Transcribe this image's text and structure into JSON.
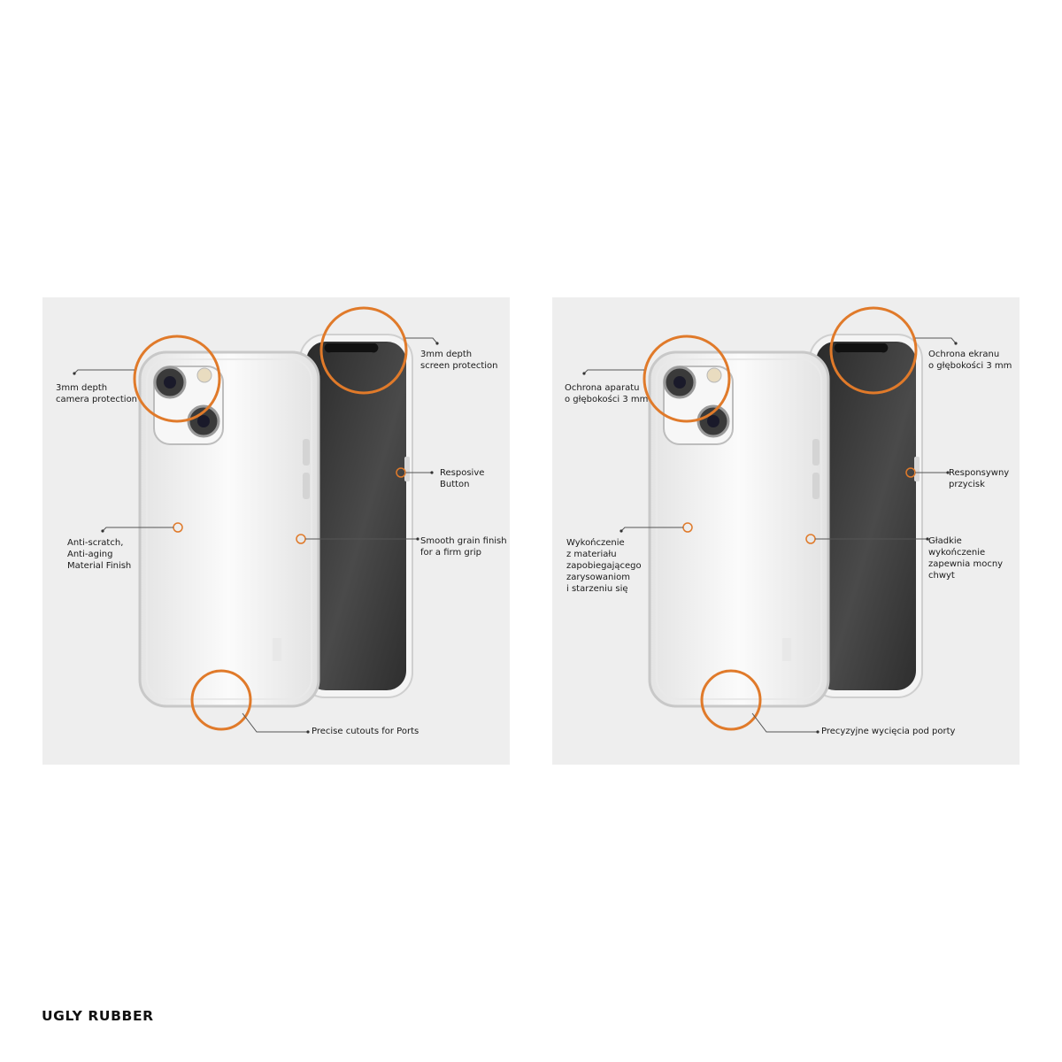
{
  "brand": "UGLY RUBBER",
  "accent_color": "#e07a2a",
  "panels": [
    {
      "language": "en",
      "labels": {
        "camera": "3mm depth\ncamera protection",
        "screen": "3mm depth\nscreen protection",
        "button": "Resposive\nButton",
        "material": "Anti-scratch,\nAnti-aging\nMaterial Finish",
        "grip": "Smooth grain finish\nfor a firm grip",
        "ports": "Precise cutouts for Ports"
      }
    },
    {
      "language": "pl",
      "labels": {
        "camera": "Ochrona aparatu\no głębokości 3 mm",
        "screen": "Ochrona ekranu\no głębokości 3 mm",
        "button": "Responsywny\nprzycisk",
        "material": "Wykończenie\nz materiału\nzapobiegającego\nzarysowaniom\ni starzeniu się",
        "grip": "Gładkie\nwykończenie\nzapewnia mocny\nchwyt",
        "ports": "Precyzyjne wycięcia pod porty"
      }
    }
  ]
}
